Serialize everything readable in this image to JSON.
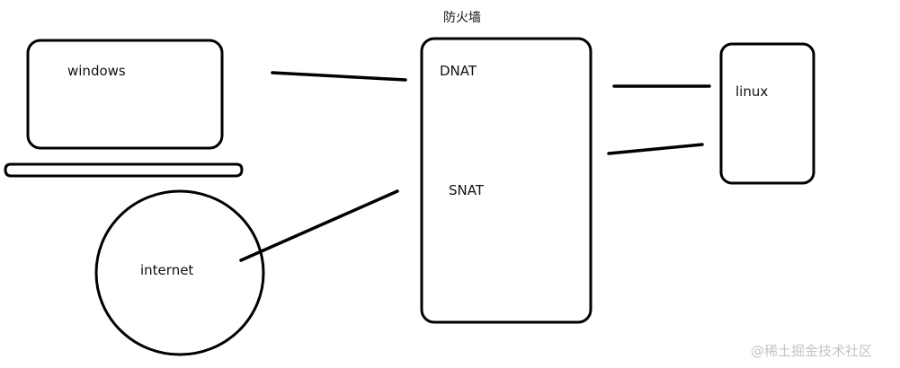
{
  "firewall": {
    "title": "防火墙",
    "dnat_label": "DNAT",
    "snat_label": "SNAT"
  },
  "windows": {
    "label": "windows"
  },
  "linux": {
    "label": "linux"
  },
  "internet": {
    "label": "internet"
  },
  "watermark": {
    "text": "@稀土掘金技术社区"
  }
}
